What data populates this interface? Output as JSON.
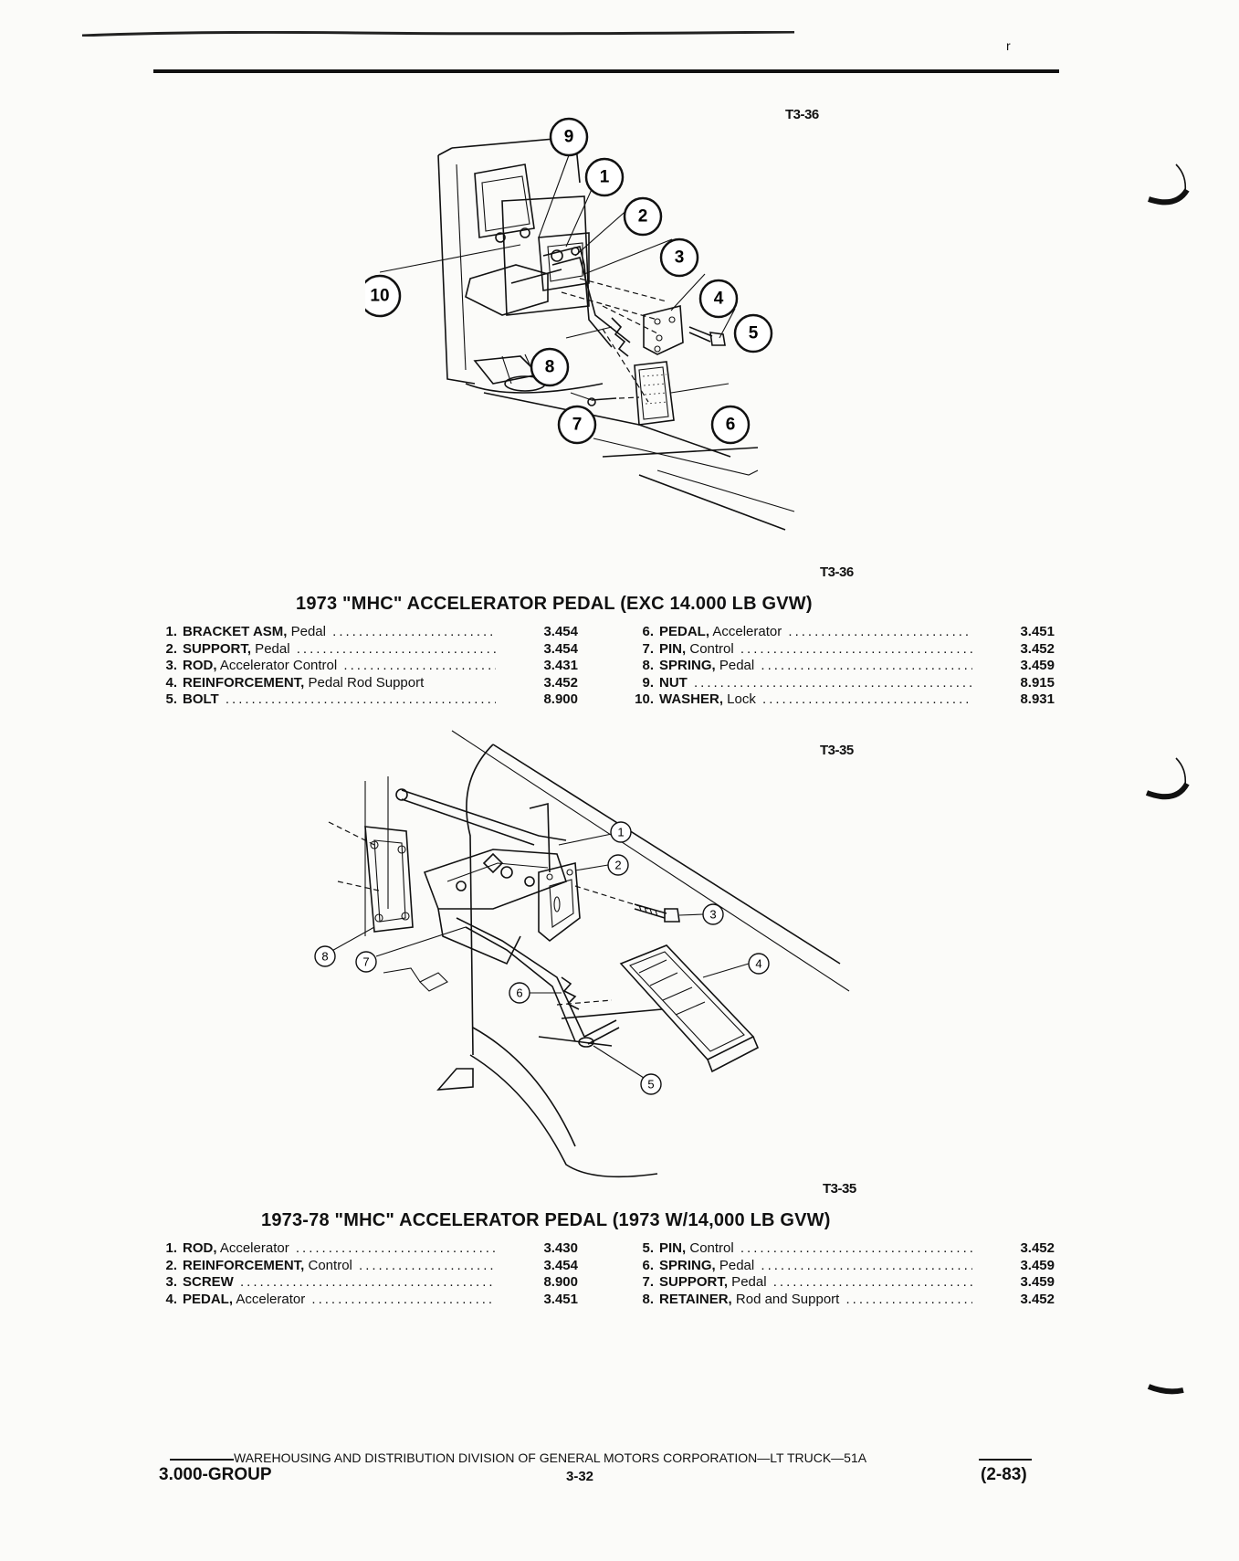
{
  "figure1": {
    "label_top": "T3-36",
    "label_bottom": "T3-36",
    "callouts": [
      "9",
      "1",
      "2",
      "3",
      "10",
      "4",
      "5",
      "8",
      "6",
      "7"
    ]
  },
  "section1": {
    "title": "1973 \"MHC\" ACCELERATOR PEDAL (EXC 14.000 LB GVW)",
    "left": [
      {
        "num": "1.",
        "name": "BRACKET ASM,",
        "detail": " Pedal",
        "code": "3.454"
      },
      {
        "num": "2.",
        "name": "SUPPORT,",
        "detail": " Pedal",
        "code": "3.454"
      },
      {
        "num": "3.",
        "name": "ROD,",
        "detail": " Accelerator Control",
        "code": "3.431"
      },
      {
        "num": "4.",
        "name": "REINFORCEMENT,",
        "detail": " Pedal Rod Support",
        "code": "3.452"
      },
      {
        "num": "5.",
        "name": "BOLT",
        "detail": "",
        "code": "8.900"
      }
    ],
    "right": [
      {
        "num": "6.",
        "name": "PEDAL,",
        "detail": " Accelerator",
        "code": "3.451"
      },
      {
        "num": "7.",
        "name": "PIN,",
        "detail": " Control",
        "code": "3.452"
      },
      {
        "num": "8.",
        "name": "SPRING,",
        "detail": " Pedal",
        "code": "3.459"
      },
      {
        "num": "9.",
        "name": "NUT",
        "detail": "",
        "code": "8.915"
      },
      {
        "num": "10.",
        "name": "WASHER,",
        "detail": " Lock",
        "code": "8.931"
      }
    ]
  },
  "figure2": {
    "label_top": "T3-35",
    "label_bottom": "T3-35",
    "callouts": [
      "1",
      "2",
      "3",
      "4",
      "5",
      "6",
      "7",
      "8"
    ]
  },
  "section2": {
    "title": "1973-78 \"MHC\" ACCELERATOR PEDAL (1973 W/14,000 LB GVW)",
    "left": [
      {
        "num": "1.",
        "name": "ROD,",
        "detail": " Accelerator",
        "code": "3.430"
      },
      {
        "num": "2.",
        "name": "REINFORCEMENT,",
        "detail": " Control",
        "code": "3.454"
      },
      {
        "num": "3.",
        "name": "SCREW",
        "detail": "",
        "code": "8.900"
      },
      {
        "num": "4.",
        "name": "PEDAL,",
        "detail": " Accelerator",
        "code": "3.451"
      }
    ],
    "right": [
      {
        "num": "5.",
        "name": "PIN,",
        "detail": " Control",
        "code": "3.452"
      },
      {
        "num": "6.",
        "name": "SPRING,",
        "detail": " Pedal",
        "code": "3.459"
      },
      {
        "num": "7.",
        "name": "SUPPORT,",
        "detail": " Pedal",
        "code": "3.459"
      },
      {
        "num": "8.",
        "name": "RETAINER,",
        "detail": " Rod and Support",
        "code": "3.452"
      }
    ]
  },
  "footer": {
    "division": "WAREHOUSING AND DISTRIBUTION  DIVISION OF GENERAL MOTORS CORPORATION—LT TRUCK—51A",
    "group": "3.000-GROUP",
    "page": "3-32",
    "date": "(2-83)"
  },
  "corner_mark": "r"
}
